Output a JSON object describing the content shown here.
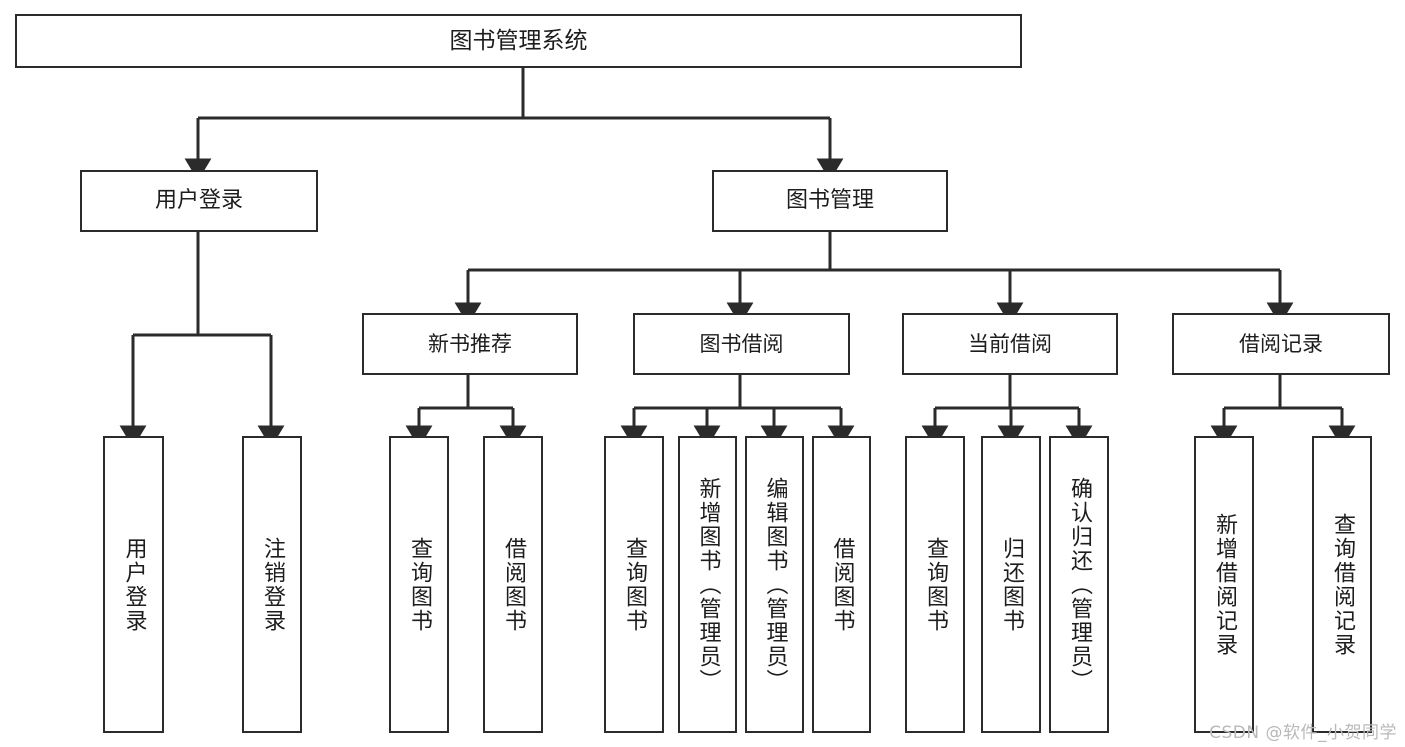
{
  "diagram": {
    "title": "图书管理系统",
    "type": "hierarchy-tree",
    "root": {
      "label": "图书管理系统"
    },
    "level1": [
      {
        "label": "用户登录"
      },
      {
        "label": "图书管理"
      }
    ],
    "level2": [
      {
        "label": "新书推荐"
      },
      {
        "label": "图书借阅"
      },
      {
        "label": "当前借阅"
      },
      {
        "label": "借阅记录"
      }
    ],
    "leaves": [
      {
        "label": "用户登录"
      },
      {
        "label": "注销登录"
      },
      {
        "label": "查询图书"
      },
      {
        "label": "借阅图书"
      },
      {
        "label": "查询图书"
      },
      {
        "label": "新增图书（管理员）"
      },
      {
        "label": "编辑图书（管理员）"
      },
      {
        "label": "借阅图书"
      },
      {
        "label": "查询图书"
      },
      {
        "label": "归还图书"
      },
      {
        "label": "确认归还（管理员）"
      },
      {
        "label": "新增借阅记录"
      },
      {
        "label": "查询借阅记录"
      }
    ],
    "colors": {
      "stroke": "#2b2b2b",
      "fill": "#ffffff",
      "text": "#1d1d1d",
      "watermark": "#b9b9b9"
    }
  },
  "watermark": {
    "text": "CSDN @软件_小贺同学"
  }
}
